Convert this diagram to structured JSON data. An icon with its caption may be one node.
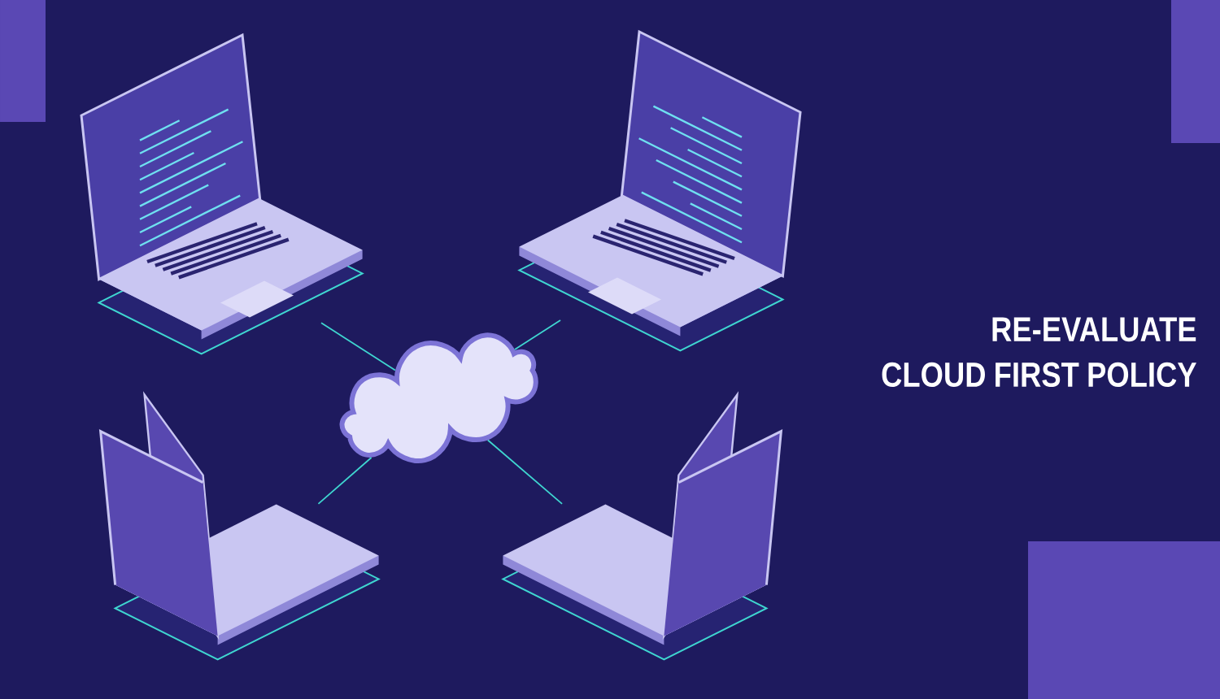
{
  "diagram": {
    "title": "RE-EVALUATE CLOUD FIRST POLICY",
    "nodes": [
      {
        "text": [],
        "shape": "cloud"
      },
      {
        "text": [],
        "shape": "laptop"
      },
      {
        "text": [],
        "shape": "laptop"
      },
      {
        "text": [],
        "shape": "laptop"
      },
      {
        "text": [],
        "shape": "laptop"
      }
    ],
    "edges": [
      {
        "from": 0,
        "to": 1,
        "arrow": "none"
      },
      {
        "from": 0,
        "to": 2,
        "arrow": "none"
      },
      {
        "from": 0,
        "to": 3,
        "arrow": "none"
      },
      {
        "from": 0,
        "to": 4,
        "arrow": "none"
      }
    ]
  }
}
